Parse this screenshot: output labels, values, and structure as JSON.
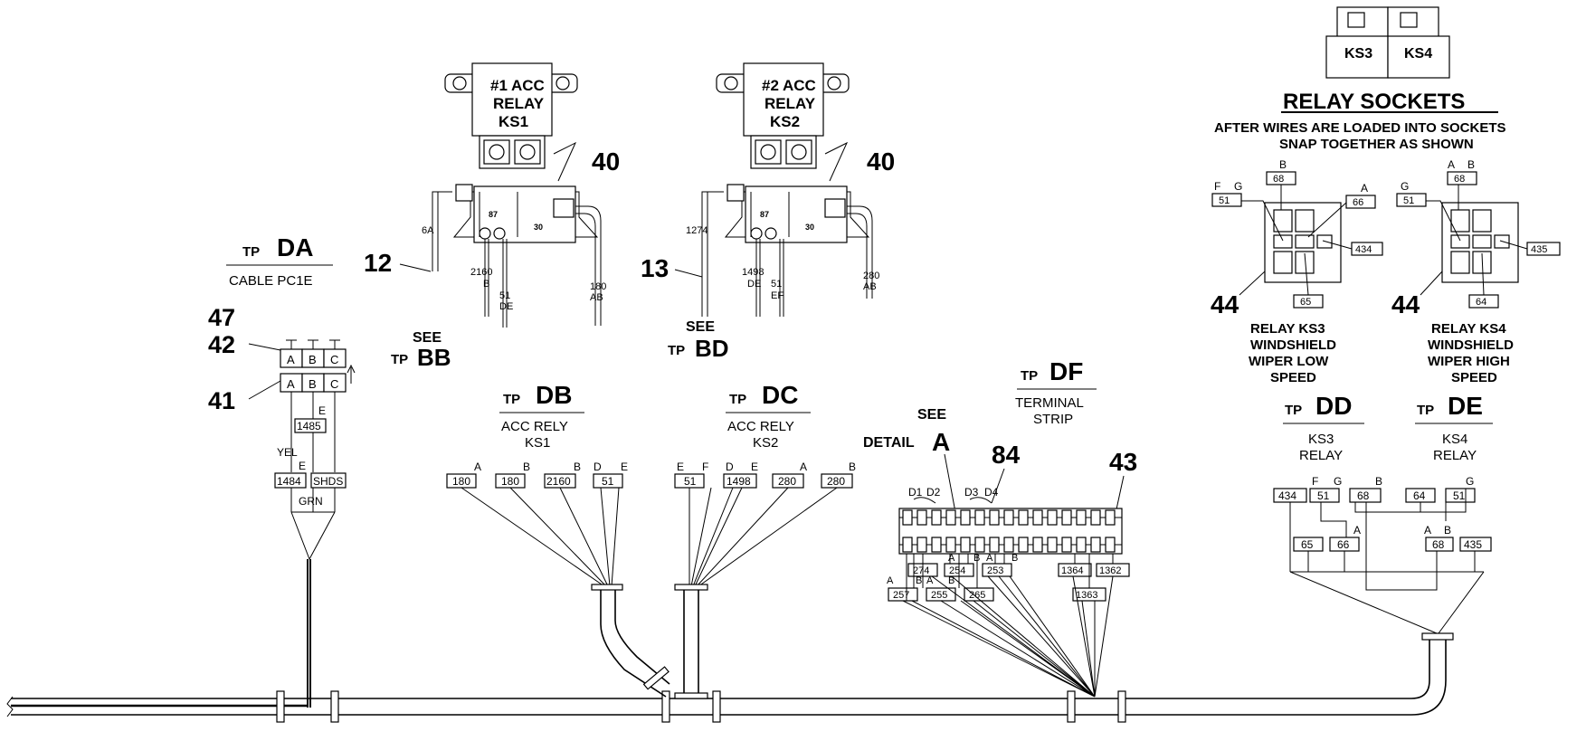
{
  "relay_sockets": {
    "title": "RELAY SOCKETS",
    "note_line1": "AFTER WIRES ARE LOADED INTO SOCKETS",
    "note_line2": "SNAP TOGETHER AS SHOWN",
    "ks3_label": "KS3",
    "ks4_label": "KS4"
  },
  "relay_ks1": {
    "body_line1": "#1 ACC",
    "body_line2": "RELAY",
    "body_line3": "KS1",
    "callout": "40",
    "ref_callout": "12",
    "wires": {
      "w1": "6A",
      "w2": "2160",
      "w2b": "B",
      "w3": "51",
      "w3b": "DE",
      "w4": "180",
      "w4b": "AB"
    },
    "terminal_87": "87",
    "terminal_30": "30",
    "see": "SEE",
    "tp": "TP",
    "tp_code": "BB"
  },
  "relay_ks2": {
    "body_line1": "#2 ACC",
    "body_line2": "RELAY",
    "body_line3": "KS2",
    "callout": "40",
    "ref_callout": "13",
    "wires": {
      "w1": "1274",
      "w2": "1498",
      "w2b": "DE",
      "w3": "51",
      "w3b": "EF",
      "w4": "280",
      "w4b": "AB"
    },
    "terminal_87": "87",
    "terminal_30": "30",
    "see": "SEE",
    "tp": "TP",
    "tp_code": "BD"
  },
  "tp_da": {
    "tp": "TP",
    "code": "DA",
    "subtitle": "CABLE PC1E",
    "callouts": [
      "47",
      "42",
      "41"
    ],
    "pins": [
      "A",
      "B",
      "C"
    ],
    "wire_e": "E",
    "wire_1485": "1485",
    "yel": "YEL",
    "wire_1484": "1484",
    "shds": "SHDS",
    "grn": "GRN"
  },
  "tp_db": {
    "tp": "TP",
    "code": "DB",
    "line1": "ACC RELY",
    "line2": "KS1",
    "letters": [
      "A",
      "B",
      "B",
      "D",
      "E"
    ],
    "wires": [
      "180",
      "180",
      "2160",
      "51"
    ]
  },
  "tp_dc": {
    "tp": "TP",
    "code": "DC",
    "line1": "ACC RELY",
    "line2": "KS2",
    "letters": [
      "E",
      "F",
      "D",
      "E",
      "A",
      "B"
    ],
    "wires": [
      "51",
      "1498",
      "280",
      "280"
    ]
  },
  "tp_df": {
    "tp": "TP",
    "code": "DF",
    "line1": "TERMINAL",
    "line2": "STRIP",
    "see": "SEE",
    "detail": "DETAIL",
    "detail_code": "A",
    "callout_84": "84",
    "callout_43": "43",
    "diodes": [
      "D1",
      "D2",
      "D3",
      "D4"
    ],
    "row1_wires": [
      "274",
      "254",
      "253",
      "1364",
      "1362"
    ],
    "row2_wires": [
      "257",
      "255",
      "265",
      "1363"
    ],
    "letters_row1": [
      "A",
      "B",
      "A",
      "B"
    ],
    "letters_row2": [
      "A",
      "B",
      "A",
      "B"
    ]
  },
  "ks3_socket": {
    "callout": "44",
    "pin_letters": [
      "F",
      "G",
      "B",
      "A"
    ],
    "wires": [
      "51",
      "68",
      "66",
      "434",
      "65"
    ],
    "line1": "RELAY KS3",
    "line2": "WINDSHIELD",
    "line3": "WIPER LOW",
    "line4": "SPEED"
  },
  "ks4_socket": {
    "callout": "44",
    "pin_letters": [
      "G",
      "A",
      "B"
    ],
    "wires": [
      "51",
      "68",
      "435",
      "64"
    ],
    "line1": "RELAY KS4",
    "line2": "WINDSHIELD",
    "line3": "WIPER HIGH",
    "line4": "SPEED"
  },
  "tp_dd": {
    "tp": "TP",
    "code": "DD",
    "line1": "KS3",
    "line2": "RELAY"
  },
  "tp_de": {
    "tp": "TP",
    "code": "DE",
    "line1": "KS4",
    "line2": "RELAY"
  },
  "dd_de_harness": {
    "letters_top": [
      "F",
      "G",
      "B",
      "G"
    ],
    "top_wires": [
      "434",
      "51",
      "68",
      "64",
      "51"
    ],
    "letters_mid": [
      "A",
      "A",
      "B"
    ],
    "mid_wires": [
      "65",
      "66",
      "68",
      "435"
    ]
  }
}
